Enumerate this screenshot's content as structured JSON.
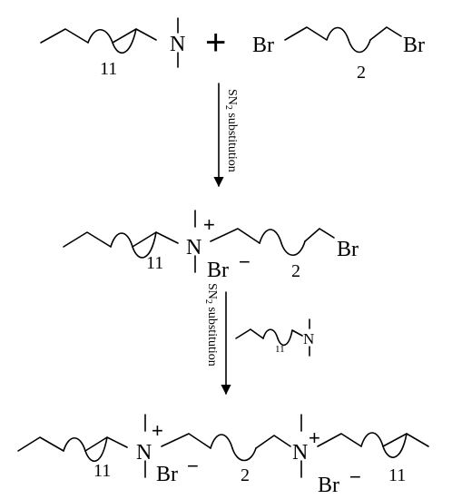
{
  "atoms": {
    "nitrogen": "N",
    "bromine": "Br",
    "bromide": "Br",
    "cation_charge": "+",
    "anion_charge": "−",
    "plus": "+"
  },
  "repeat_counts": {
    "amine_chain": "11",
    "dibromide_chain": "2",
    "small_amine_chain": "11"
  },
  "steps": [
    {
      "label_prefix": "SN",
      "label_subscript": "2",
      "label_suffix": " substitution"
    },
    {
      "label_prefix": "SN",
      "label_subscript": "2",
      "label_suffix": " substitution"
    }
  ]
}
